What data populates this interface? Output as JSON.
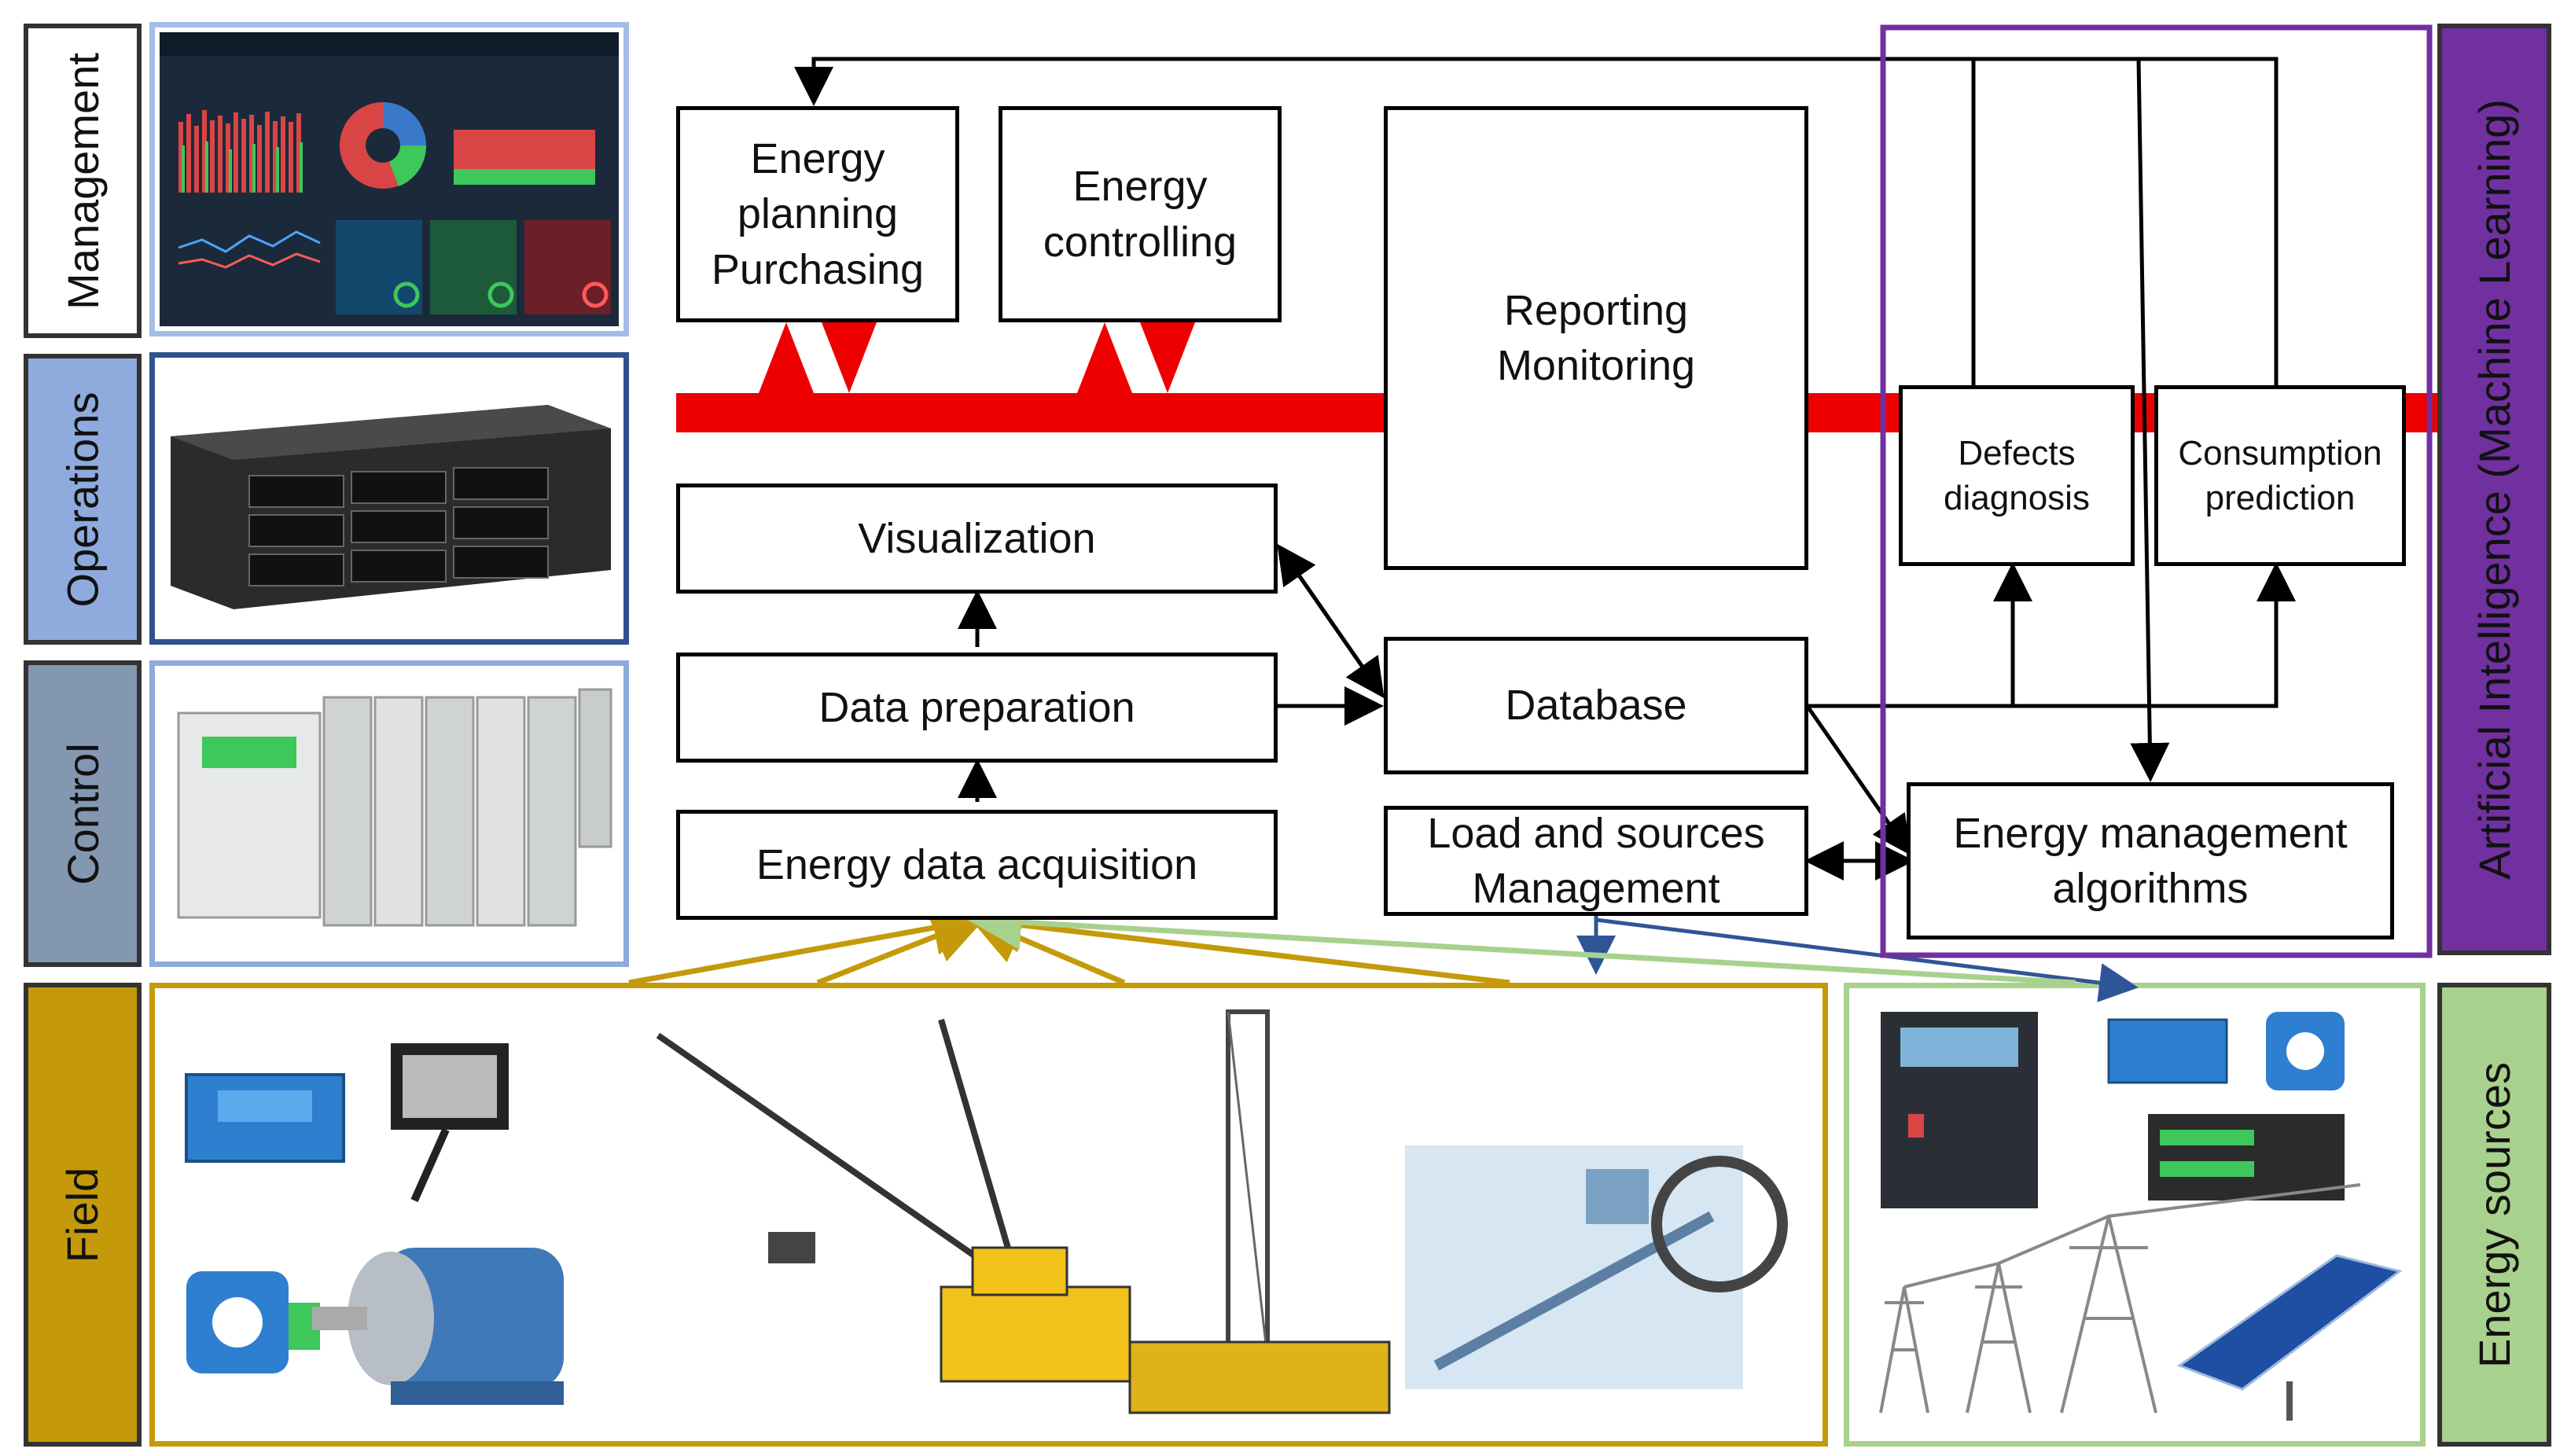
{
  "layers": {
    "management": "Management",
    "operations": "Operations",
    "control": "Control",
    "field": "Field",
    "energy_sources": "Energy sources",
    "ai": "Artificial Intelligence (Machine Learning)"
  },
  "boxes": {
    "energy_planning": "Energy\nplanning\nPurchasing",
    "energy_controlling": "Energy\ncontrolling",
    "reporting": "Reporting\nMonitoring",
    "visualization": "Visualization",
    "data_preparation": "Data preparation",
    "energy_data_acquisition": "Energy data acquisition",
    "database": "Database",
    "load_sources": "Load and sources\nManagement",
    "defects": "Defects\ndiagnosis",
    "consumption": "Consumption\nprediction",
    "ema": "Energy management\nalgorithms"
  },
  "colors": {
    "bus_red": "#ee0000",
    "field_gold": "#c49a0a",
    "energy_green": "#a9d18e",
    "ai_purple": "#7030a0",
    "management_blue": "#a4bde6",
    "operations_blue": "#2f528f",
    "control_blue": "#8faadc",
    "layer_gray": "#8497b0",
    "blue_arrow": "#2f5597"
  },
  "icons": [
    "dashboard-screenshot-image",
    "server-rack-image",
    "plc-controller-image",
    "power-meter-image",
    "floodlight-image",
    "current-sensor-image",
    "electric-motor-image",
    "dragline-excavator-image",
    "drilling-rig-image",
    "bucket-wheel-excavator-image",
    "protection-relay-image",
    "data-logger-image",
    "power-line-tower-image",
    "solar-panel-image"
  ]
}
